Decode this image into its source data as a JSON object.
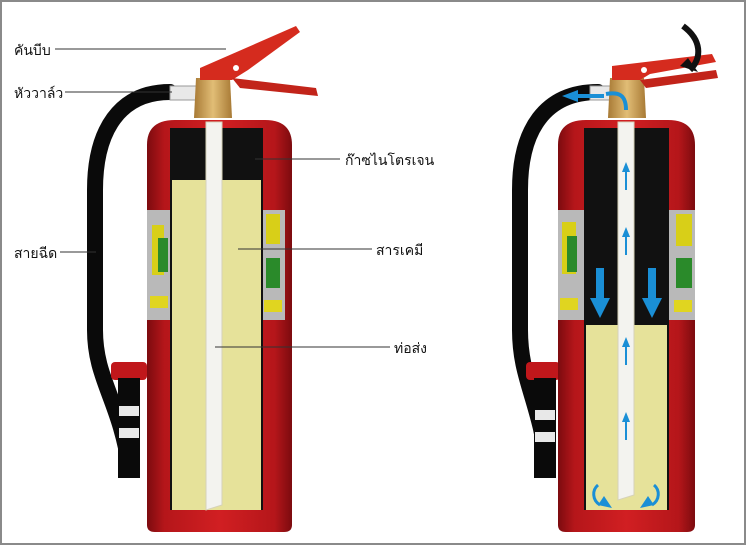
{
  "labels": {
    "trigger": "คันบีบ",
    "valve_head": "หัววาล์ว",
    "hose": "สายฉีด",
    "nitrogen": "ก๊าซไนโตรเจน",
    "chemical": "สารเคมี",
    "siphon_tube": "ท่อส่ง"
  },
  "colors": {
    "body_red": "#c0171b",
    "body_shadow": "#8e0e12",
    "handle_red": "#d52b1e",
    "brass": "#d3a85d",
    "chemical_fill": "#e6e29a",
    "gas_black": "#050505",
    "arrow_blue": "#1a8fd6",
    "hose_black": "#0a0a0a"
  },
  "icons": [
    "rotate-arrow-icon",
    "flow-arrow-icon"
  ]
}
